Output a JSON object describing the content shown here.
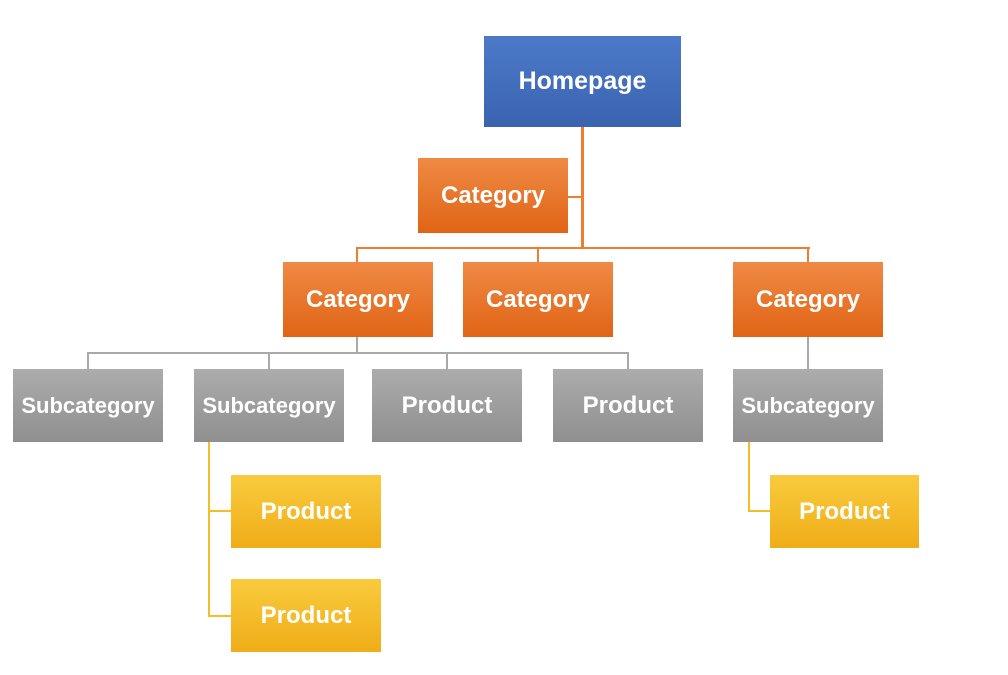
{
  "diagram": {
    "kind": "sitemap-hierarchy",
    "nodes": [
      {
        "id": "homepage",
        "label": "Homepage",
        "level": 0,
        "color_tier": "blue"
      },
      {
        "id": "category-assistant",
        "label": "Category",
        "level": 1,
        "color_tier": "orange"
      },
      {
        "id": "category-left",
        "label": "Category",
        "level": 1,
        "color_tier": "orange"
      },
      {
        "id": "category-middle",
        "label": "Category",
        "level": 1,
        "color_tier": "orange"
      },
      {
        "id": "category-right",
        "label": "Category",
        "level": 1,
        "color_tier": "orange"
      },
      {
        "id": "subcategory-left",
        "label": "Subcategory",
        "level": 2,
        "color_tier": "gray"
      },
      {
        "id": "subcategory-mid",
        "label": "Subcategory",
        "level": 2,
        "color_tier": "gray"
      },
      {
        "id": "product-gray-1",
        "label": "Product",
        "level": 2,
        "color_tier": "gray"
      },
      {
        "id": "product-gray-2",
        "label": "Product",
        "level": 2,
        "color_tier": "gray"
      },
      {
        "id": "subcategory-right",
        "label": "Subcategory",
        "level": 2,
        "color_tier": "gray"
      },
      {
        "id": "product-yellow-1",
        "label": "Product",
        "level": 3,
        "color_tier": "yellow"
      },
      {
        "id": "product-yellow-2",
        "label": "Product",
        "level": 3,
        "color_tier": "yellow"
      },
      {
        "id": "product-yellow-3",
        "label": "Product",
        "level": 3,
        "color_tier": "yellow"
      }
    ],
    "edges": [
      {
        "from": "homepage",
        "to": "category-assistant"
      },
      {
        "from": "homepage",
        "to": "category-left"
      },
      {
        "from": "homepage",
        "to": "category-middle"
      },
      {
        "from": "homepage",
        "to": "category-right"
      },
      {
        "from": "category-left",
        "to": "subcategory-left"
      },
      {
        "from": "category-left",
        "to": "subcategory-mid"
      },
      {
        "from": "category-left",
        "to": "product-gray-1"
      },
      {
        "from": "category-left",
        "to": "product-gray-2"
      },
      {
        "from": "category-right",
        "to": "subcategory-right"
      },
      {
        "from": "subcategory-mid",
        "to": "product-yellow-1"
      },
      {
        "from": "subcategory-mid",
        "to": "product-yellow-2"
      },
      {
        "from": "subcategory-right",
        "to": "product-yellow-3"
      }
    ],
    "colors": {
      "homepage_top": "#4C7AC8",
      "homepage_bottom": "#3A63B0",
      "category_top": "#EF8A45",
      "category_bottom": "#E06415",
      "subcategory_top": "#ACACAC",
      "subcategory_bottom": "#8F8F8F",
      "product_top": "#F9CB3E",
      "product_bottom": "#EFAD18",
      "line_orange": "#ED7D31",
      "line_gray": "#A9A9A9",
      "line_yellow": "#F7BD27",
      "text_color": "#FFFFFF"
    }
  }
}
